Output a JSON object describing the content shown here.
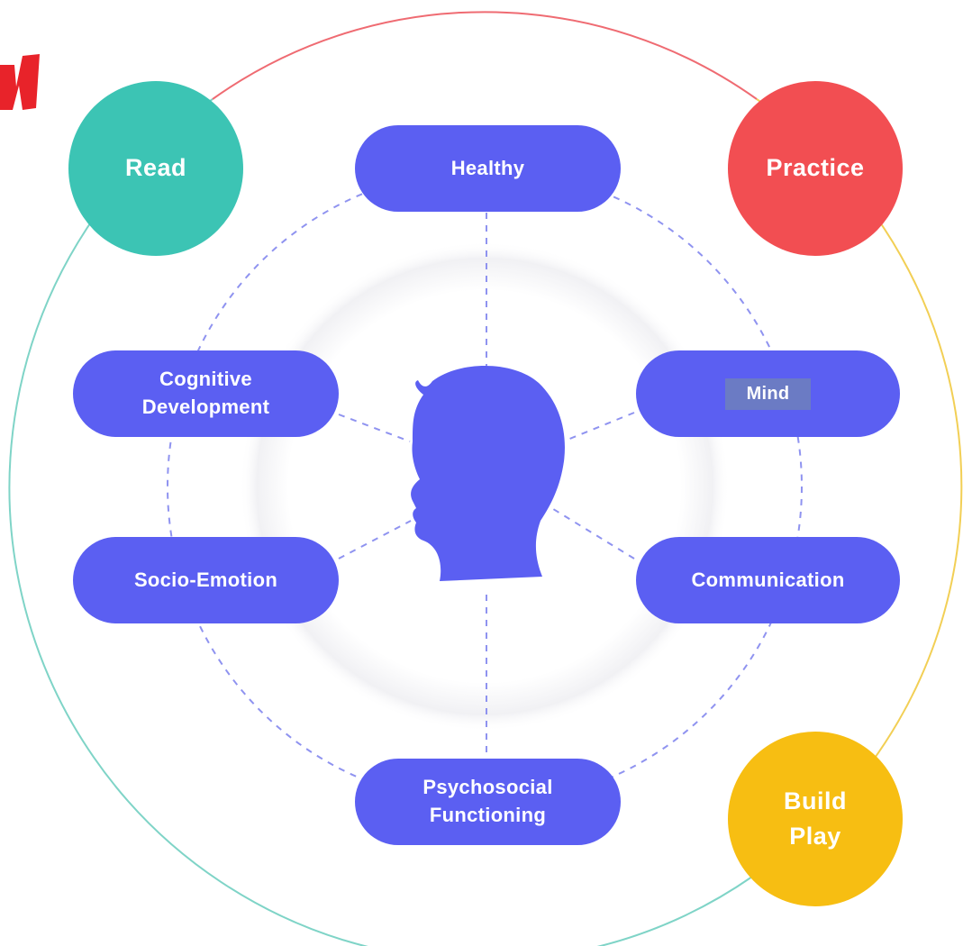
{
  "diagram": {
    "center_icon": "child-head-silhouette-icon",
    "domains": {
      "healthy": "Healthy",
      "cognitive": "Cognitive\nDevelopment",
      "mind": "Mind",
      "socio_emotion": "Socio-Emotion",
      "communication": "Communication",
      "psychosocial": "Psychosocial\nFunctioning"
    },
    "activities": {
      "read": "Read",
      "practice": "Practice",
      "build_play": "Build\nPlay"
    }
  },
  "colors": {
    "pill": "#5b5ff2",
    "mind_tag": "#6b7bc4",
    "read": "#3cc4b4",
    "practice": "#f24e52",
    "build_play": "#f7be12",
    "dashed_line": "#8f93f0",
    "arc_teal": "#7fd4c7",
    "arc_red": "#ef6b72",
    "arc_yellow": "#f2cf55",
    "logo": "#e8232a"
  }
}
